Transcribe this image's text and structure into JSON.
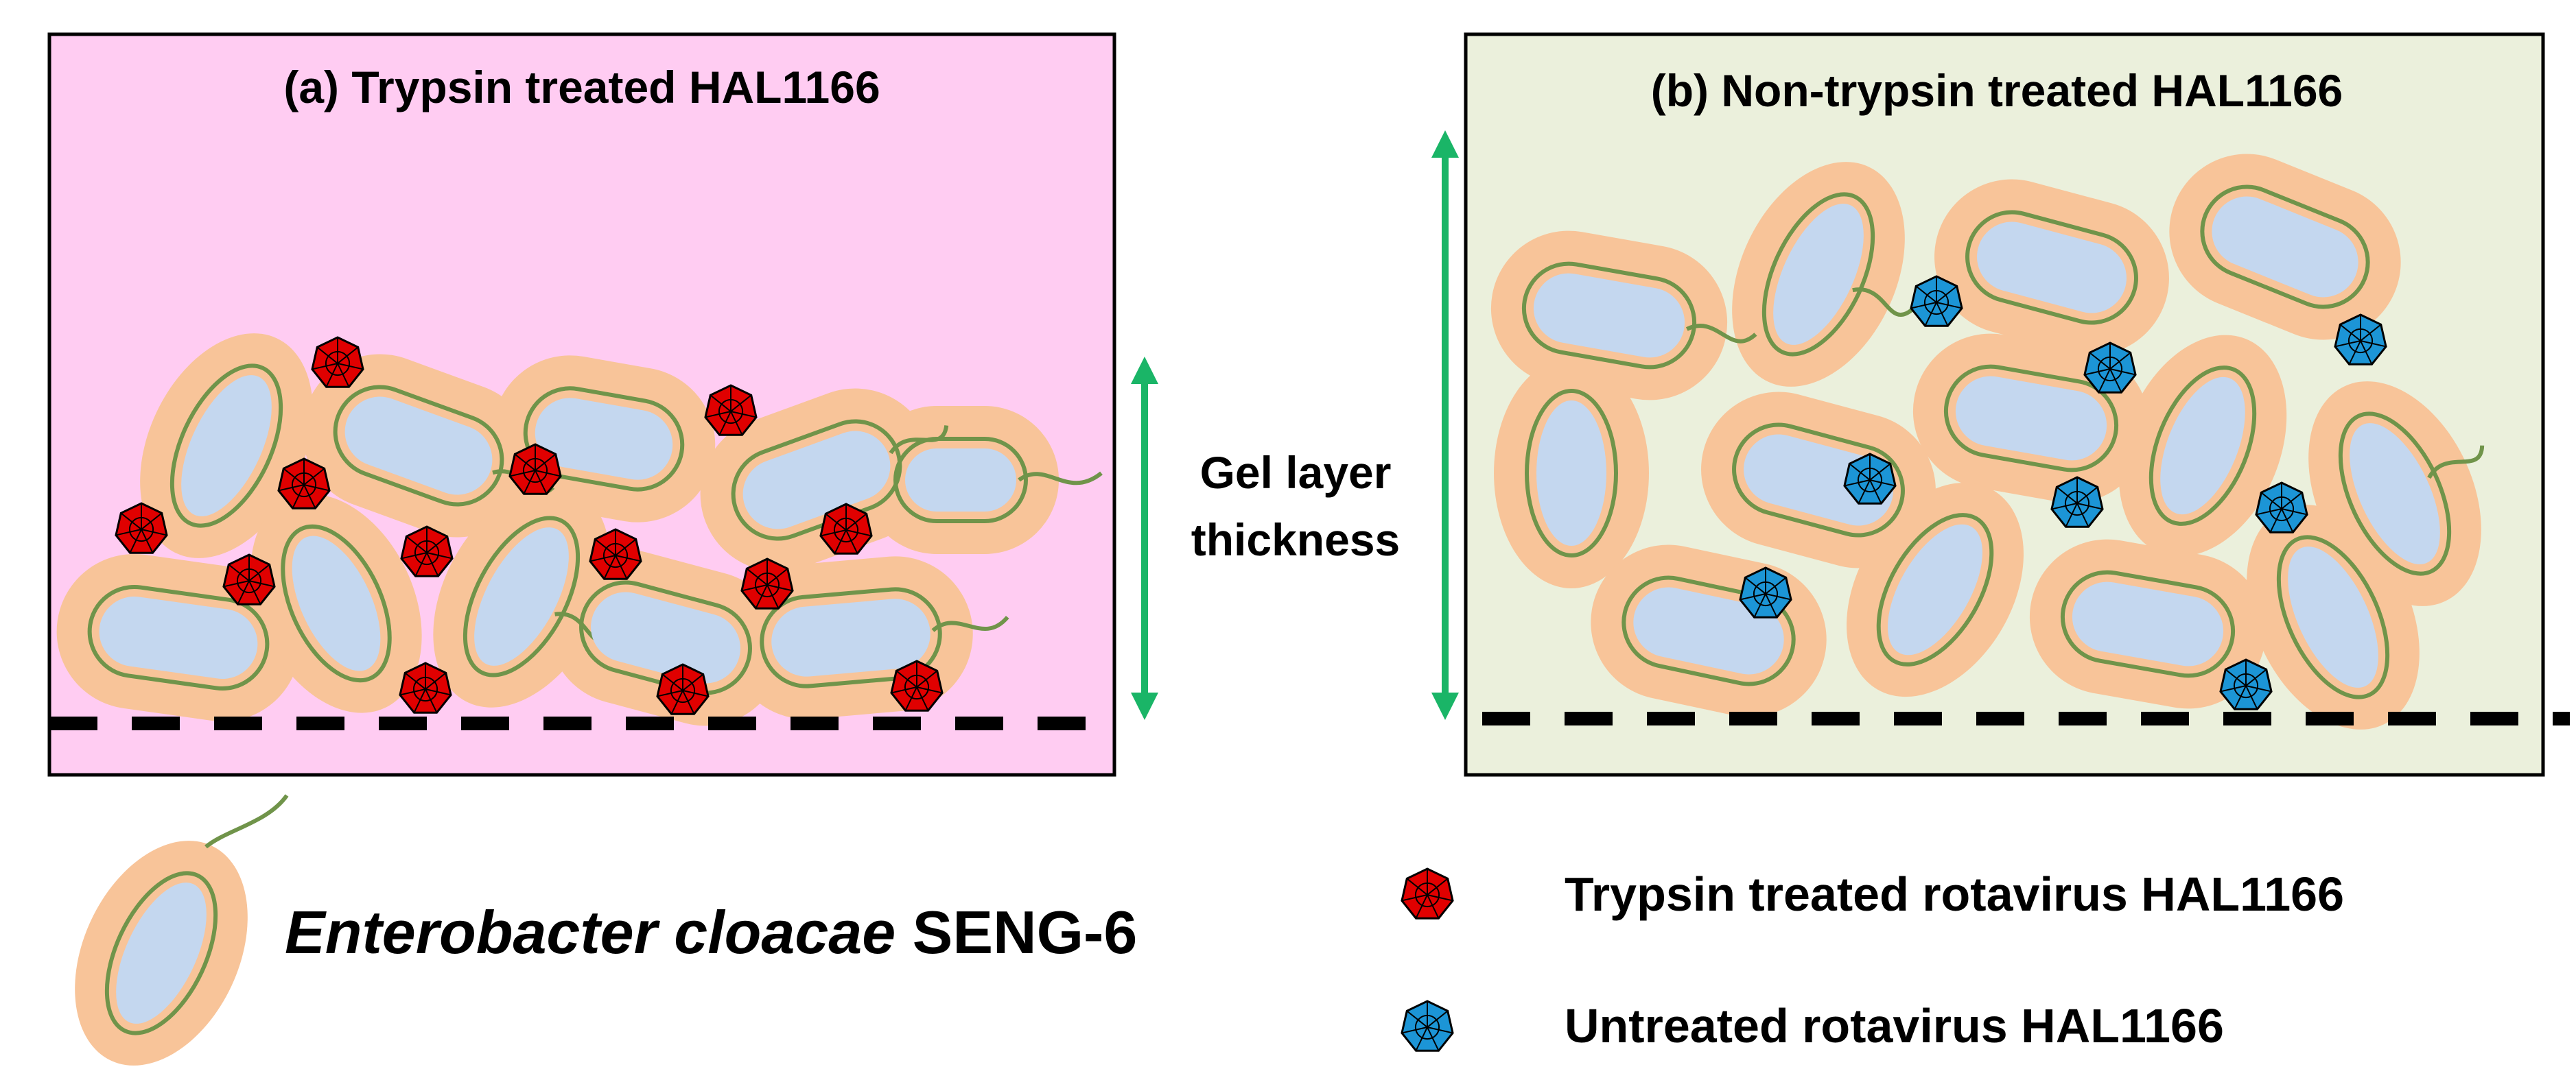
{
  "panels": {
    "a": {
      "title": "(a) Trypsin treated HAL1166",
      "background": "#ffccf2"
    },
    "b": {
      "title": "(b) Non-trypsin treated HAL1166",
      "background": "#ebf0dc"
    }
  },
  "gel_label": {
    "line1": "Gel layer",
    "line2": "thickness"
  },
  "legend": {
    "bacterium_name": "Enterobacter cloacae",
    "bacterium_strain": " SENG-6",
    "trypsin_virus": "Trypsin treated rotavirus HAL1166",
    "untreated_virus": "Untreated rotavirus HAL1166"
  },
  "colors": {
    "halo": "#f8c499",
    "cell_fill": "#c4d7ef",
    "cell_stroke": "#70944a",
    "virus_red": "#e00000",
    "virus_blue": "#1c95d6",
    "arrow": "#1ab567",
    "frame": "#000000"
  }
}
